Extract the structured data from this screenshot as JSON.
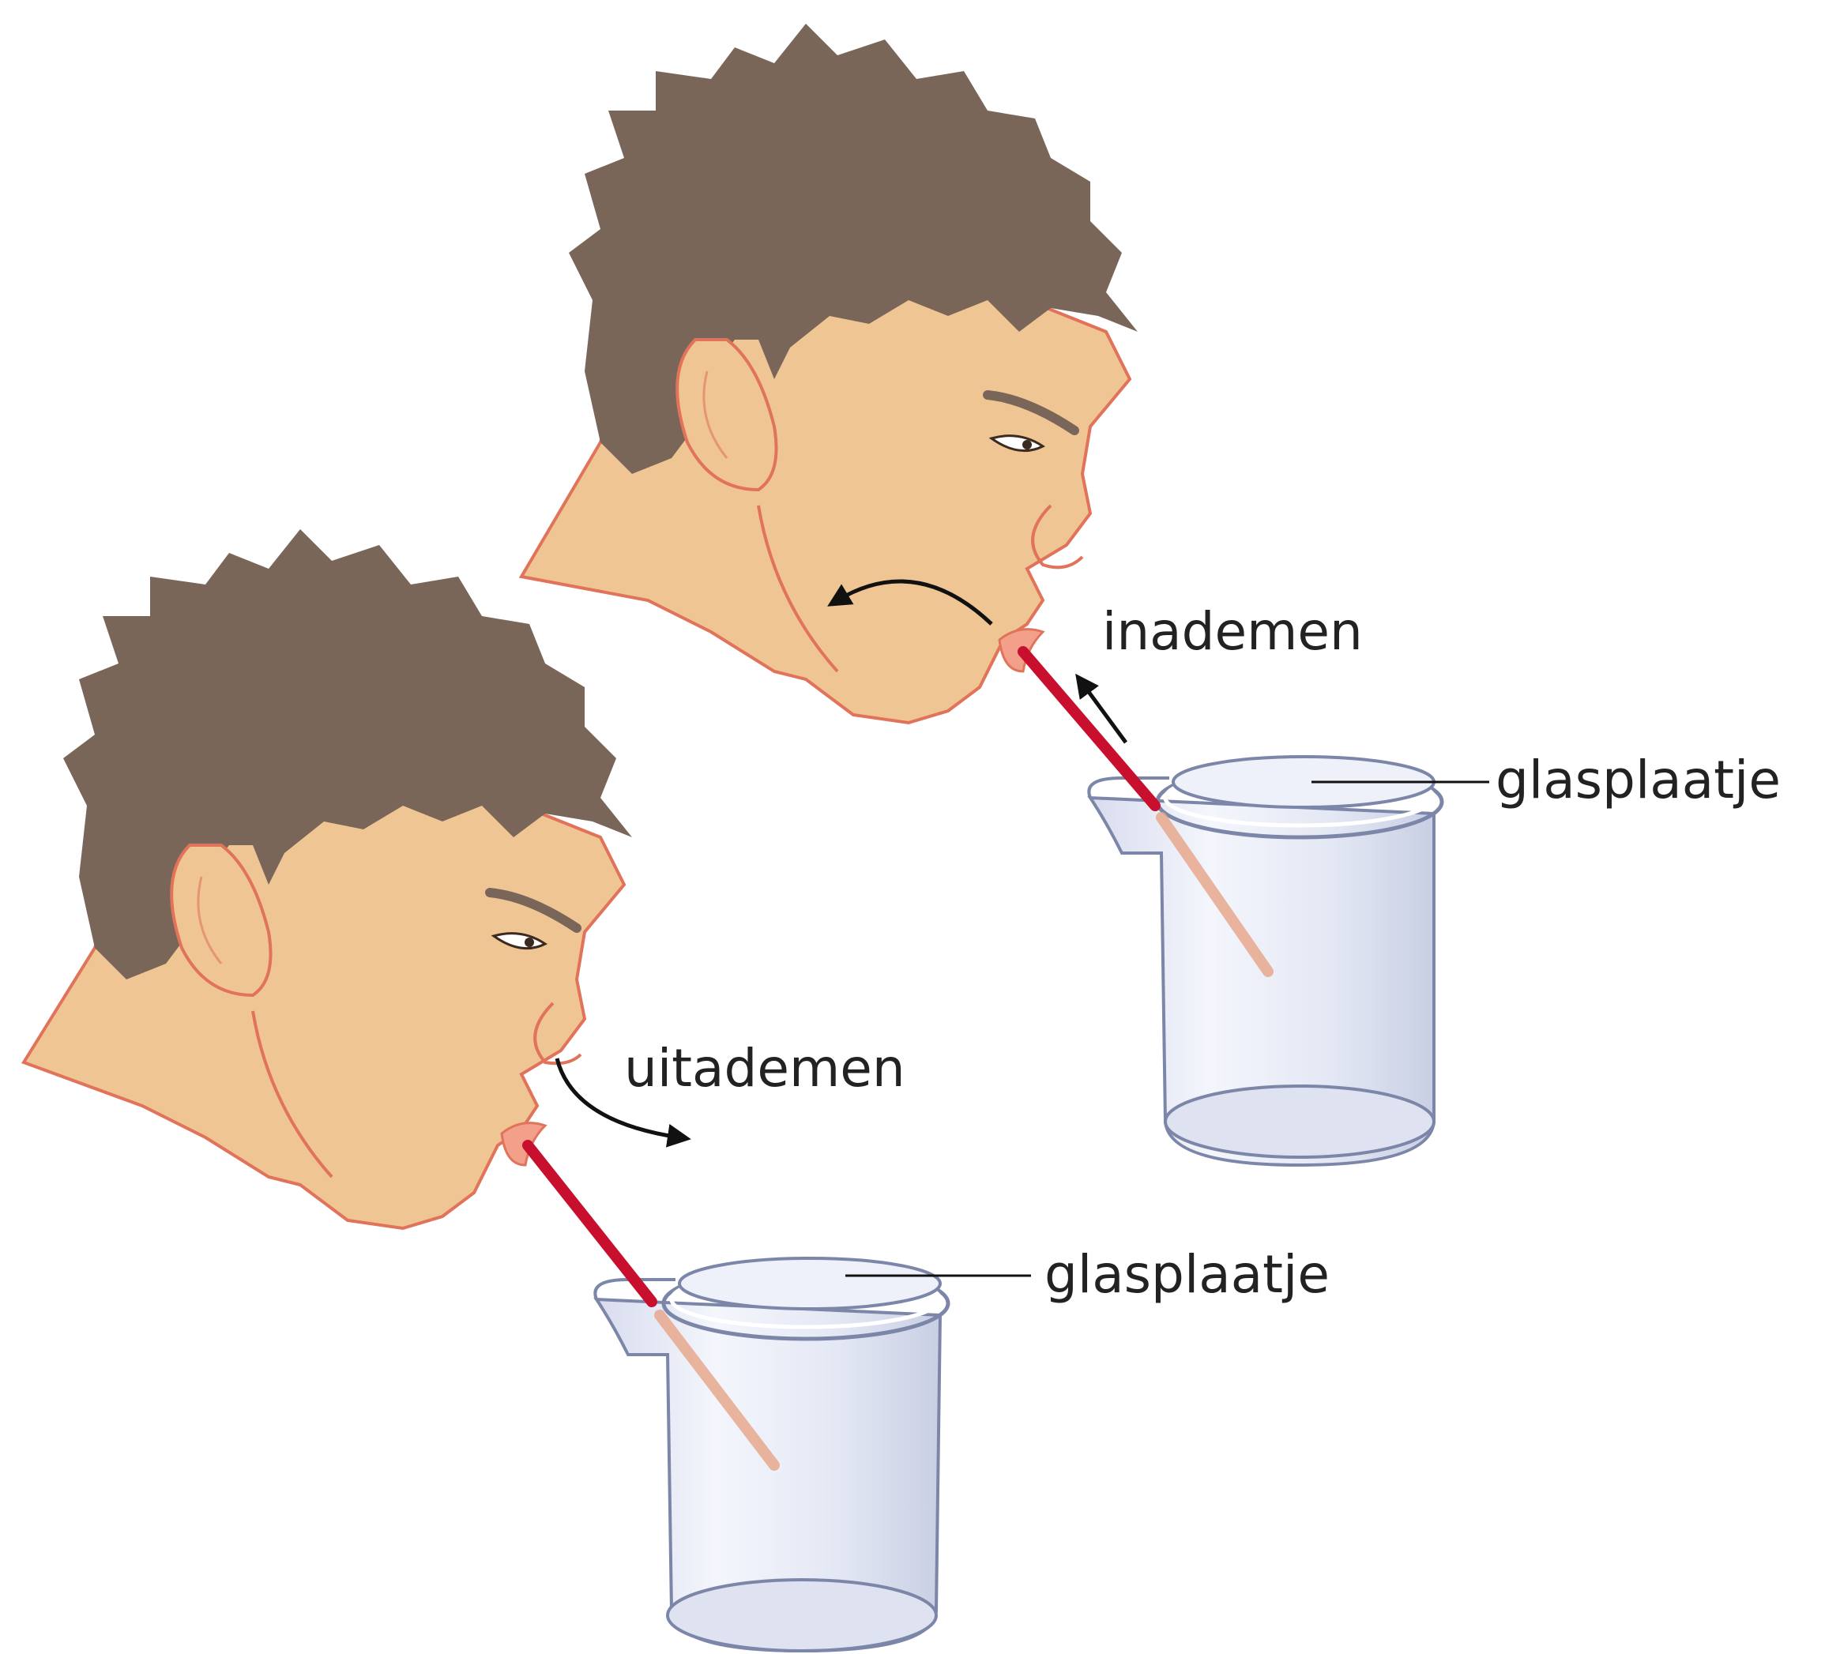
{
  "labels": {
    "inademen": "inademen",
    "uitademen": "uitademen",
    "glasplaatje_top": "glasplaatje",
    "glasplaatje_bottom": "glasplaatje"
  },
  "colors": {
    "skin": "#efc594",
    "skin_outline": "#e0735a",
    "hair": "#7a6559",
    "straw": "#c8102e",
    "glass_fill": "#e6eaf6",
    "glass_outline": "#7c86a8",
    "arrow": "#111111",
    "leader": "#111111"
  },
  "icons": [
    "head-icon",
    "beaker-icon",
    "straw-icon",
    "arrow-icon"
  ]
}
